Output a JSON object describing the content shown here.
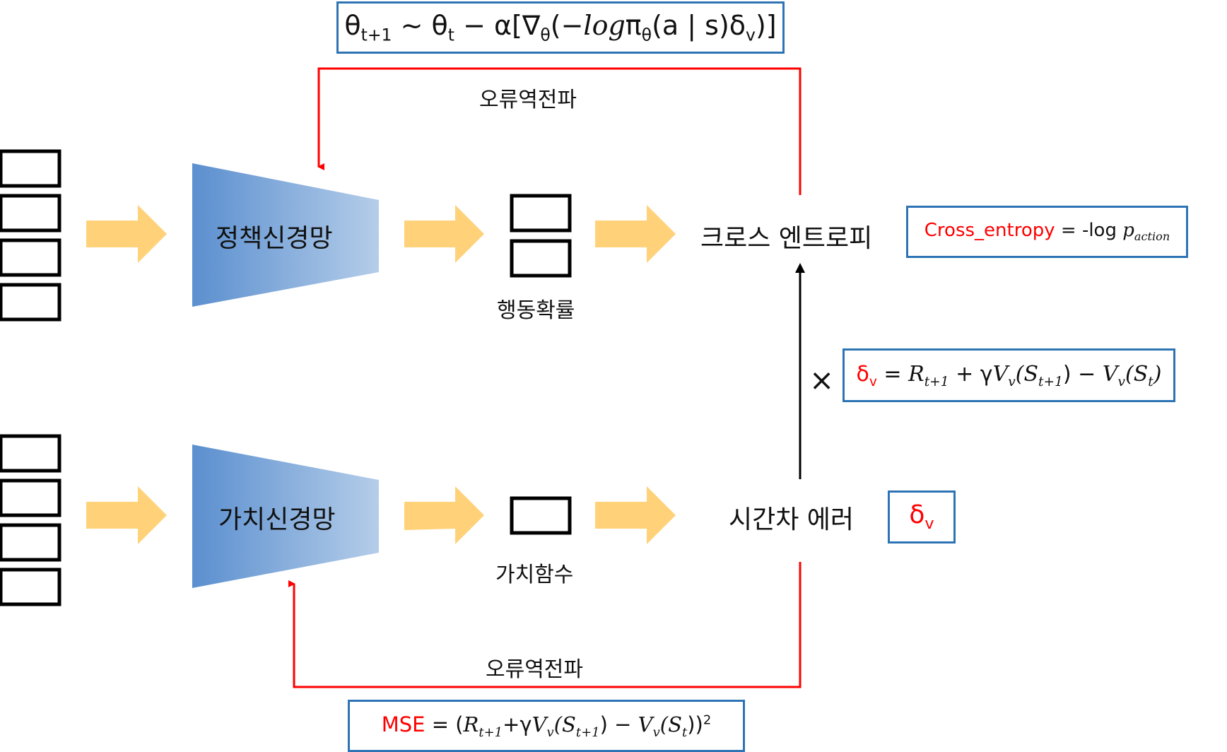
{
  "labels": {
    "policy_net": "정책신경망",
    "value_net": "가치신경망",
    "action_prob": "행동확률",
    "value_func": "가치함수",
    "cross_entropy": "크로스 엔트로피",
    "td_error": "시간차 에러",
    "backprop_top": "오류역전파",
    "backprop_bottom": "오류역전파",
    "multiply": "×"
  },
  "formulas": {
    "update": {
      "theta": "θ",
      "sub_t1": "t+1",
      "approx": " ~ ",
      "sub_t": "t",
      "minus_alpha": " − α[∇",
      "sub_theta": "θ",
      "open": "(−",
      "log": "log",
      "pi": "π",
      "close": "(a | s)δ",
      "sub_v": "v",
      "end": ")]"
    },
    "cross_entropy": {
      "name": "Cross_entropy",
      "eq": " =  -log ",
      "p": "p",
      "sub": "action"
    },
    "delta": {
      "delta": "δ",
      "sub_v": "v",
      "eq": " = ",
      "R": "R",
      "sub_t1": "t+1",
      "plus_gamma": " + γ",
      "V": "V",
      "sub_v2": "v",
      "S_open": "(S",
      "sub_t1b": "t+1",
      "minus": ") − ",
      "V2": "V",
      "sub_v3": "v",
      "S_open2": "(S",
      "sub_t": "t",
      "close": ")"
    },
    "delta_small": {
      "delta": "δ",
      "sub_v": "v"
    },
    "mse": {
      "name": "MSE",
      "eq": " =  (",
      "R": "R",
      "sub_t1": "t+1",
      "plus_gamma": "+γ",
      "V": "V",
      "sub_v": "v",
      "S_open": "(S",
      "sub_t1b": "t+1",
      "minus": ") − ",
      "V2": "V",
      "sub_v2": "v",
      "S_open2": "(S",
      "sub_t": "t",
      "close": "))",
      "sup": "2"
    }
  },
  "colors": {
    "blue_dark": "#5b8fcf",
    "blue_light": "#b4cde9",
    "arrow_fill": "#ffd27a",
    "box_border": "#2e74b5",
    "red_line": "#ff0000"
  },
  "icons": [
    "input-vector-icon",
    "network-trapezoid-icon",
    "flow-arrow-icon",
    "output-box-icon"
  ]
}
